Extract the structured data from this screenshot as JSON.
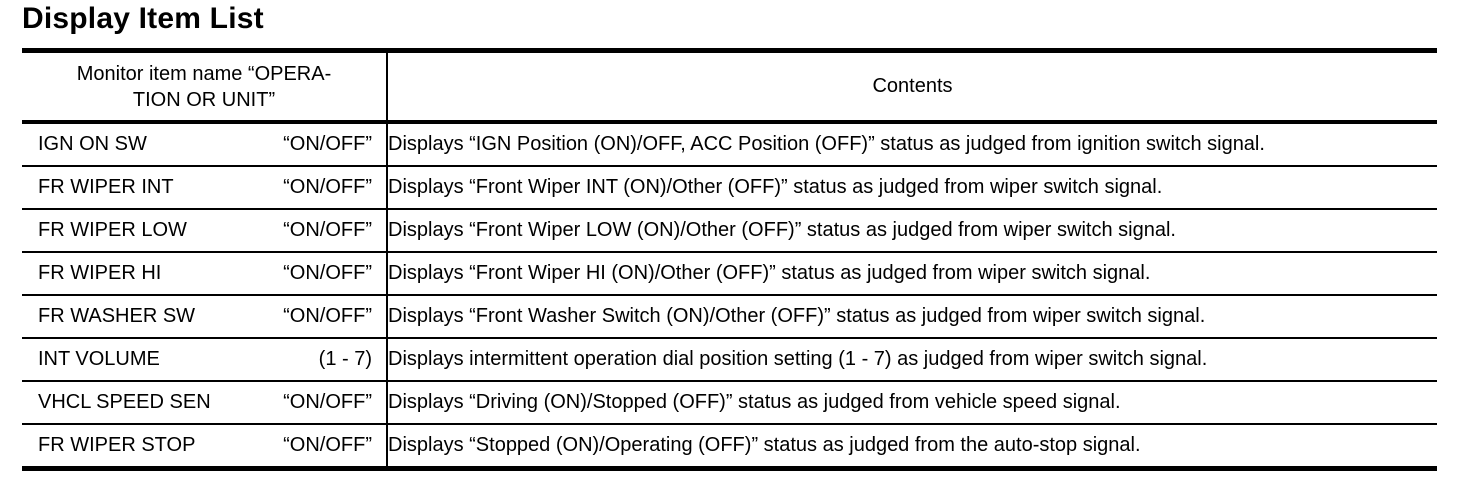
{
  "title": "Display Item List",
  "table": {
    "header": {
      "monitor_line1": "Monitor item name “OPERA-",
      "monitor_line2": "TION OR UNIT”",
      "contents": "Contents"
    },
    "rows": [
      {
        "item": "IGN ON SW",
        "unit": "“ON/OFF”",
        "contents": "Displays “IGN Position (ON)/OFF, ACC Position (OFF)” status as judged from ignition switch signal."
      },
      {
        "item": "FR WIPER INT",
        "unit": "“ON/OFF”",
        "contents": "Displays “Front Wiper INT (ON)/Other (OFF)” status as judged from wiper switch signal."
      },
      {
        "item": "FR WIPER LOW",
        "unit": "“ON/OFF”",
        "contents": "Displays “Front Wiper LOW (ON)/Other (OFF)” status as judged from wiper switch signal."
      },
      {
        "item": "FR WIPER HI",
        "unit": "“ON/OFF”",
        "contents": "Displays “Front Wiper HI (ON)/Other (OFF)” status as judged from wiper switch signal."
      },
      {
        "item": "FR WASHER SW",
        "unit": "“ON/OFF”",
        "contents": "Displays “Front Washer Switch (ON)/Other (OFF)” status as judged from wiper switch signal."
      },
      {
        "item": "INT VOLUME",
        "unit": "(1 - 7)",
        "contents": "Displays intermittent operation dial position setting (1 - 7) as judged from wiper switch signal."
      },
      {
        "item": "VHCL SPEED SEN",
        "unit": "“ON/OFF”",
        "contents": "Displays “Driving (ON)/Stopped (OFF)” status as judged from vehicle speed signal."
      },
      {
        "item": "FR WIPER STOP",
        "unit": "“ON/OFF”",
        "contents": "Displays “Stopped (ON)/Operating (OFF)” status as judged from the auto-stop signal."
      }
    ]
  }
}
